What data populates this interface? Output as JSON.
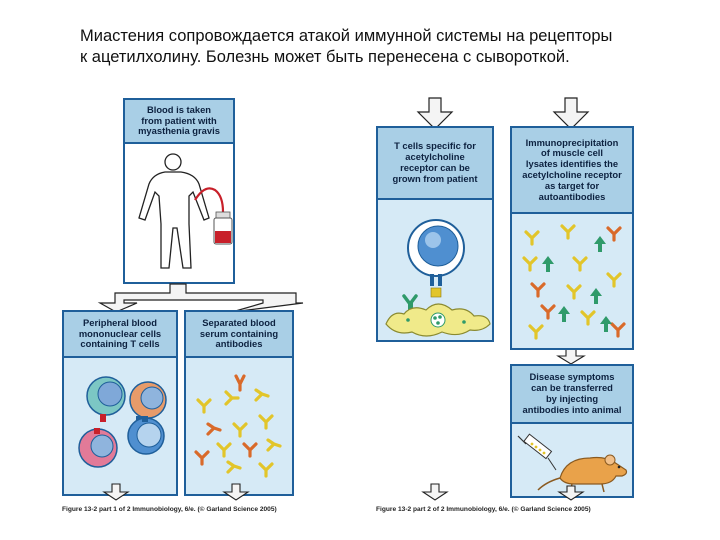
{
  "slide": {
    "title_line1": "Миастения сопровождается атакой иммунной системы на рецепторы",
    "title_line2": "к ацетилхолину. Болезнь может быть перенесена с сывороткой."
  },
  "figure_part1": {
    "patient_box": {
      "line1": "Blood is taken",
      "line2": "from patient with",
      "line3": "myasthenia gravis"
    },
    "pbmc_box": {
      "line1": "Peripheral blood",
      "line2": "mononuclear cells",
      "line3": "containing T cells"
    },
    "serum_box": {
      "line1": "Separated blood",
      "line2": "serum containing",
      "line3": "antibodies"
    },
    "caption": "Figure 13-2 part 1 of 2  Immunobiology, 6/e. (© Garland Science 2005)"
  },
  "figure_part2": {
    "tcell_box": {
      "line1": "T cells specific for",
      "line2": "acetylcholine",
      "line3": "receptor can be",
      "line4": "grown from patient"
    },
    "immuno_box": {
      "line1": "Immunoprecipitation",
      "line2": "of muscle cell",
      "line3": "lysates identifies the",
      "line4": "acetylcholine receptor",
      "line5": "as target for",
      "line6": "autoantibodies"
    },
    "disease_box": {
      "line1": "Disease symptoms",
      "line2": "can be transferred",
      "line3": "by injecting",
      "line4": "antibodies into animal"
    },
    "caption": "Figure 13-2 part 2 of 2  Immunobiology, 6/e. (© Garland Science 2005)"
  },
  "colors": {
    "border": "#1f5f9a",
    "header_fill": "#a9cfe6",
    "panel_fill": "#d6eaf6",
    "arrow_fill": "#f4f4f4",
    "antibody_yellow": "#e2c52a",
    "antibody_orange": "#d96a2a",
    "receptor_teal": "#2f9a6a",
    "blood_red": "#c8202a"
  },
  "icons": [
    "human-figure-icon",
    "blood-bag-icon",
    "t-cell-icon",
    "antibody-icon",
    "receptor-icon",
    "syringe-icon",
    "rat-icon",
    "down-arrow-icon"
  ]
}
